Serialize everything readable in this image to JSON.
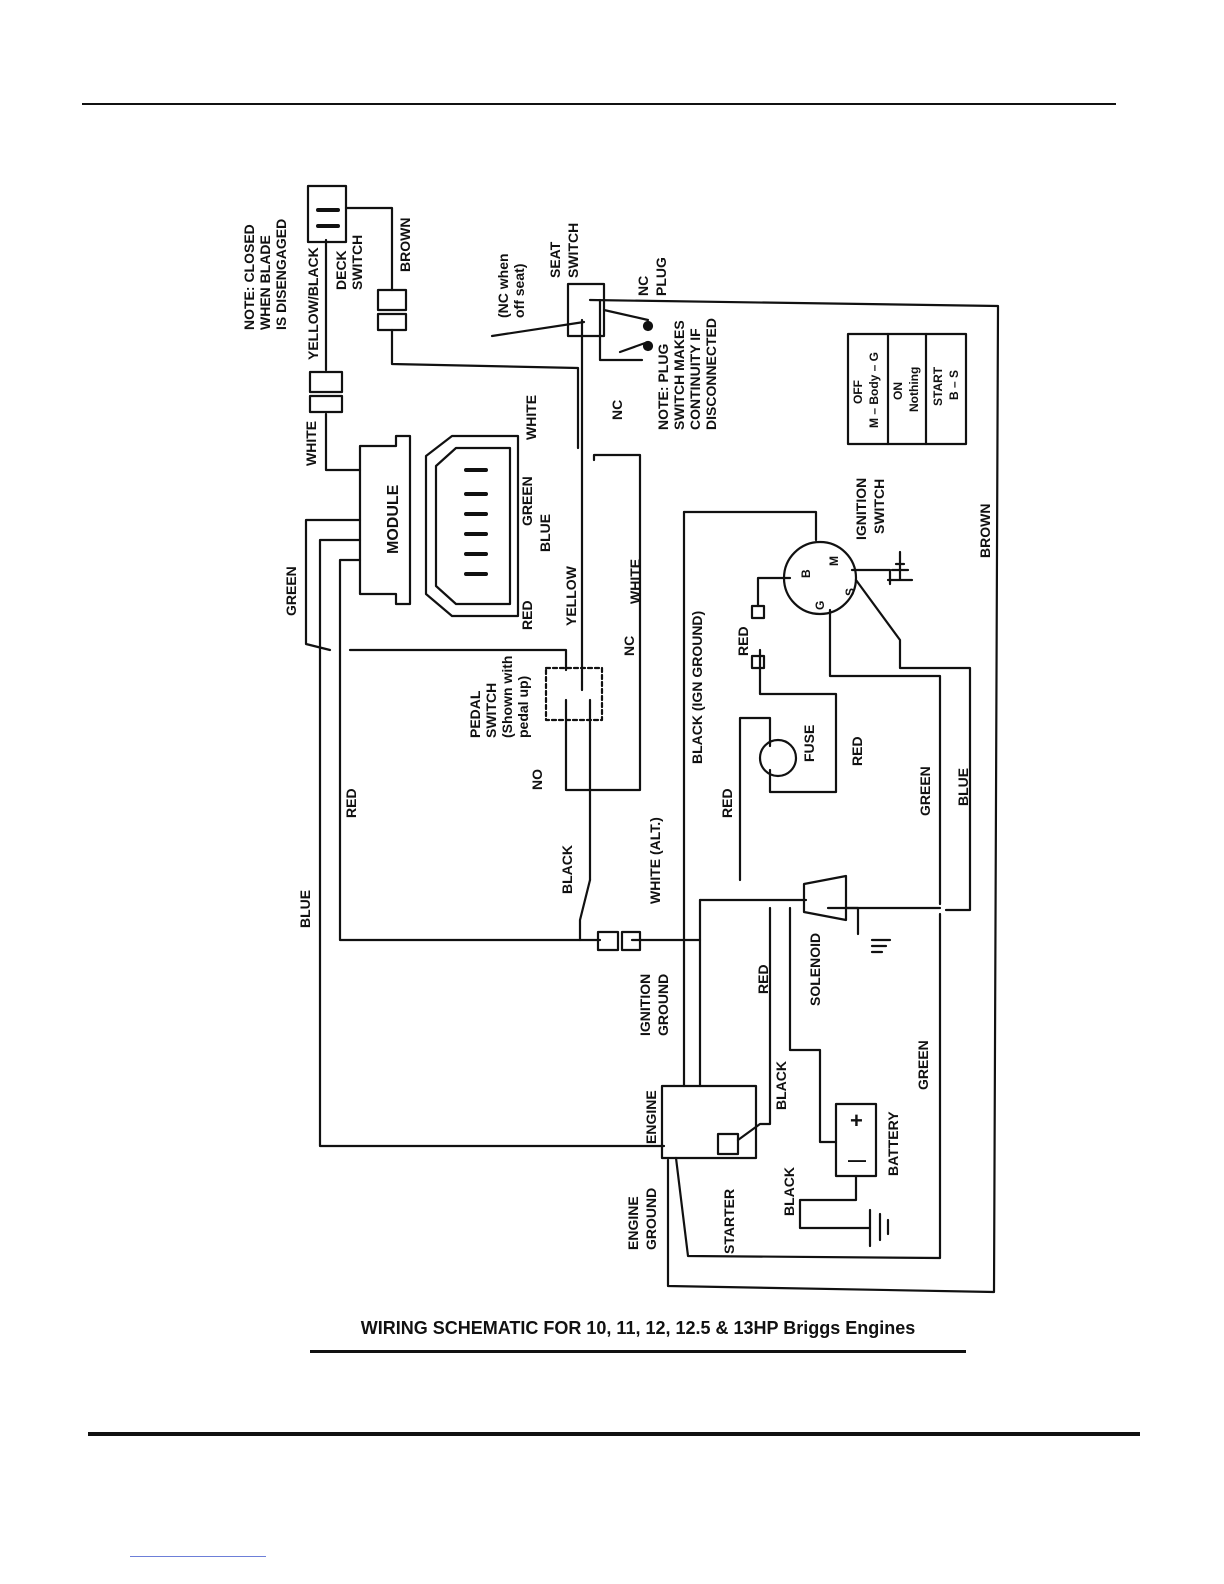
{
  "caption": "WIRING SCHEMATIC FOR 10, 11, 12, 12.5 & 13HP Briggs Engines",
  "labels": {
    "note_closed_1": "NOTE:  CLOSED",
    "note_closed_2": "WHEN BLADE",
    "note_closed_3": "IS DISENGAGED",
    "yellow_black": "YELLOW/BLACK",
    "deck_switch_1": "DECK",
    "deck_switch_2": "SWITCH",
    "brown_top": "BROWN",
    "nc_seat_1": "(NC when",
    "nc_seat_2": "off seat)",
    "seat_switch_1": "SEAT",
    "seat_switch_2": "SWITCH",
    "nc_plug_1": "NC",
    "nc_plug_2": "PLUG",
    "note_plug_1": "NOTE: PLUG",
    "note_plug_2": "SWITCH MAKES",
    "note_plug_3": "CONTINUITY IF",
    "note_plug_4": "DISCONNECTED",
    "nc_plug_arrow": "NC",
    "white_module": "WHITE",
    "module": "MODULE",
    "white_conn": "WHITE",
    "green_conn": "GREEN",
    "blue_conn": "BLUE",
    "red_conn": "RED",
    "yellow": "YELLOW",
    "white_wire": "WHITE",
    "green_left": "GREEN",
    "nc_pedal": "NC",
    "pedal_1": "PEDAL",
    "pedal_2": "SWITCH",
    "pedal_3": "(Shown with",
    "pedal_4": "pedal up)",
    "no_pedal": "NO",
    "red_left": "RED",
    "blue_left": "BLUE",
    "black_mid": "BLACK",
    "white_alt": "WHITE (ALT.)",
    "ign_ground_1": "IGNITION",
    "ign_ground_2": "GROUND",
    "engine": "ENGINE",
    "engine_ground_1": "ENGINE",
    "engine_ground_2": "GROUND",
    "starter": "STARTER",
    "black_starter": "BLACK",
    "black_battery": "BLACK",
    "battery": "BATTERY",
    "battery_minus": "—",
    "battery_plus": "+",
    "red_solenoid": "RED",
    "solenoid": "SOLENOID",
    "green_bottom": "GREEN",
    "black_ign_ground": "BLACK (IGN GROUND)",
    "red_fuse_left": "RED",
    "red_ign": "RED",
    "fuse": "FUSE",
    "red_fuse_right": "RED",
    "green_right": "GREEN",
    "blue_right": "BLUE",
    "brown_right": "BROWN",
    "ign_switch_1": "IGNITION",
    "ign_switch_2": "SWITCH",
    "term_b": "B",
    "term_m": "M",
    "term_g": "G",
    "term_s": "S",
    "table_off_1": "OFF",
    "table_off_2": "M – Body – G",
    "table_on_1": "ON",
    "table_on_2": "Nothing",
    "table_start_1": "START",
    "table_start_2": "B – S"
  }
}
